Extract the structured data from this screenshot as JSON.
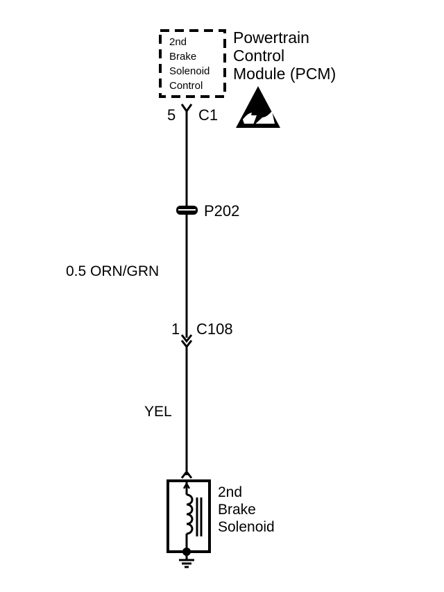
{
  "pcm": {
    "inner_lines": [
      "2nd",
      "Brake",
      "Solenoid",
      "Control"
    ],
    "title_lines": [
      "Powertrain",
      "Control",
      "Module (PCM)"
    ],
    "esd_icon": "esd-warning-icon"
  },
  "connector_c1": {
    "pin": "5",
    "name": "C1"
  },
  "splice": {
    "name": "P202"
  },
  "wire_upper": {
    "label": "0.5 ORN/GRN",
    "color": "#000000"
  },
  "connector_c108": {
    "pin": "1",
    "name": "C108"
  },
  "wire_lower": {
    "label": "YEL"
  },
  "solenoid": {
    "lines": [
      "2nd",
      "Brake",
      "Solenoid"
    ],
    "coil_icon": "solenoid-coil-icon",
    "ground_icon": "ground-icon"
  }
}
